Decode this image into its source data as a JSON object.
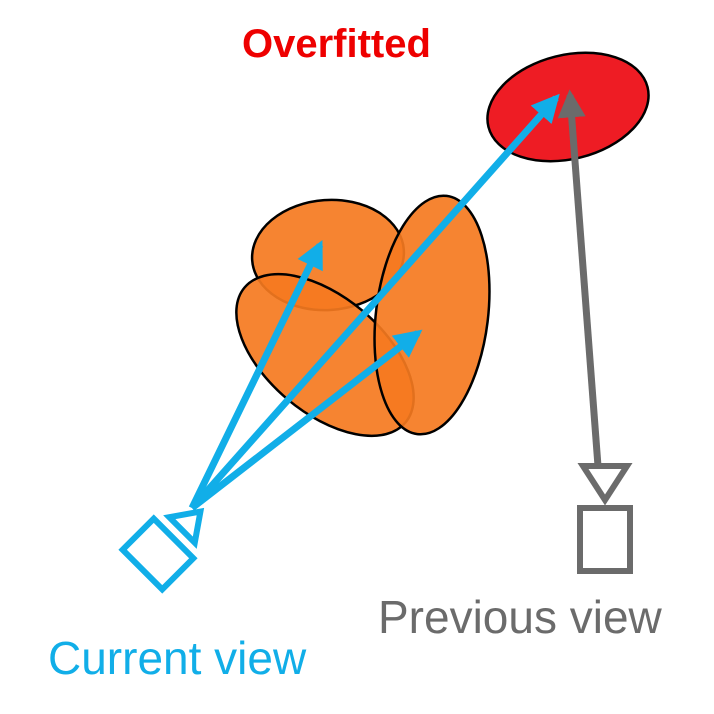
{
  "labels": {
    "overfitted": "Overfitted",
    "previous_view": "Previous view",
    "current_view": "Current view"
  },
  "colors": {
    "overfitted_fill": "#ee1c24",
    "gaussian_fill": "#f57a1f",
    "current_view_ray": "#11aee8",
    "previous_view_ray": "#6b6b6b",
    "outline": "#000000"
  },
  "icons": {
    "current_camera": "camera-icon",
    "previous_camera": "camera-icon"
  }
}
